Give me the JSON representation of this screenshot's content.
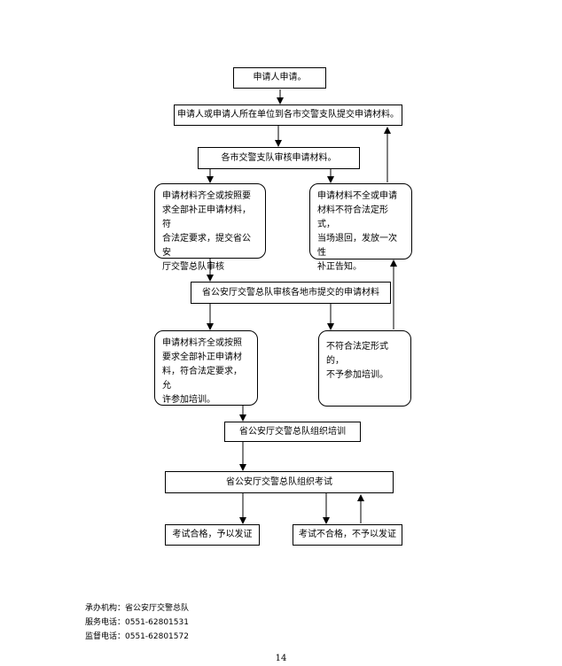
{
  "flowchart": {
    "apply": "申请人申请。",
    "submit": "申请人或申请人所在单位到各市交警支队提交申请材料。",
    "city_review": "各市交警支队审核申请材料。",
    "city_pass": [
      "申请材料齐全或按照要",
      "求全部补正申请材料，符",
      "合法定要求，提交省公安",
      "厅交警总队审核"
    ],
    "city_fail": [
      "申请材料不全或申请",
      "材料不符合法定形式，",
      "当场退回，发放一次性",
      "补正告知。"
    ],
    "province_review": "省公安厅交警总队审核各地市提交的申请材料",
    "province_pass": [
      "申请材料齐全或按照",
      "要求全部补正申请材",
      "料，符合法定要求，允",
      "许参加培训。"
    ],
    "province_fail": [
      "不符合法定形式的，",
      "不予参加培训。"
    ],
    "training": "省公安厅交警总队组织培训",
    "exam": "省公安厅交警总队组织考试",
    "exam_pass": "考试合格，予以发证",
    "exam_fail": "考试不合格，不予以发证"
  },
  "footer": {
    "org": "承办机构：省公安厅交警总队",
    "service_phone": "服务电话：0551-62801531",
    "supervise_phone": "监督电话：0551-62801572"
  },
  "page_number": "14"
}
